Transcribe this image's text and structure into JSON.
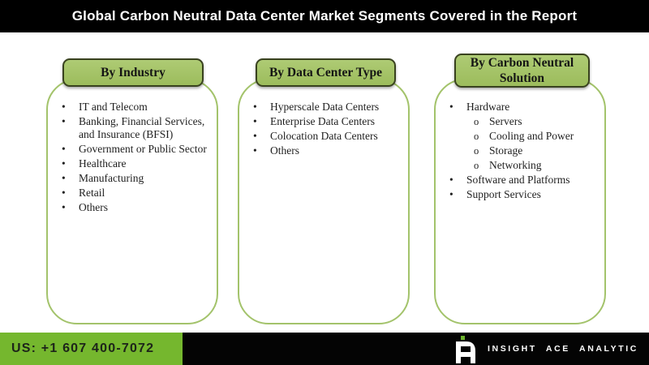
{
  "header": {
    "title": "Global Carbon Neutral Data Center Market Segments Covered in the Report"
  },
  "markers": {
    "bullet": "•",
    "circle": "o"
  },
  "panels": [
    {
      "title": "By Industry",
      "items": [
        {
          "text": "IT and Telecom"
        },
        {
          "text": "Banking, Financial Services, and Insurance (BFSI)"
        },
        {
          "text": "Government or Public Sector"
        },
        {
          "text": "Healthcare"
        },
        {
          "text": "Manufacturing"
        },
        {
          "text": "Retail"
        },
        {
          "text": "Others"
        }
      ]
    },
    {
      "title": "By Data Center Type",
      "items": [
        {
          "text": "Hyperscale Data Centers"
        },
        {
          "text": "Enterprise Data Centers"
        },
        {
          "text": "Colocation Data Centers"
        },
        {
          "text": "Others"
        }
      ]
    },
    {
      "title": "By Carbon Neutral Solution",
      "items": [
        {
          "text": "Hardware"
        },
        {
          "text": "Servers",
          "sub": true
        },
        {
          "text": "Cooling and Power",
          "sub": true
        },
        {
          "text": "Storage",
          "sub": true
        },
        {
          "text": "Networking",
          "sub": true
        },
        {
          "text": "Software and Platforms"
        },
        {
          "text": "Support Services"
        }
      ]
    }
  ],
  "footer": {
    "phone": "US: +1 607 400-7072",
    "brand": "INSIGHT ACE ANALYTIC",
    "logo_icon": "insight-ace-a-mark"
  },
  "colors": {
    "header_bg": "#000000",
    "tab_fill": "#a5c46c",
    "tab_border": "#39421f",
    "box_border": "#a3c36b",
    "footer_green": "#75b72e",
    "footer_black": "#040404",
    "logo_green": "#6db42d",
    "text_dark": "#1f1f1f",
    "title_text": "#ffffff"
  }
}
